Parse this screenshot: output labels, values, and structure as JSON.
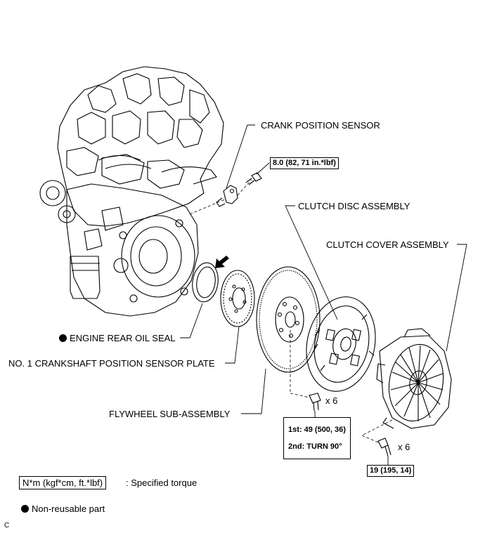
{
  "labels": {
    "crank_position_sensor": "CRANK POSITION SENSOR",
    "clutch_disc_assembly": "CLUTCH DISC ASSEMBLY",
    "clutch_cover_assembly": "CLUTCH COVER ASSEMBLY",
    "engine_rear_oil_seal": "ENGINE REAR OIL SEAL",
    "sensor_plate": "NO. 1 CRANKSHAFT POSITION SENSOR PLATE",
    "flywheel": "FLYWHEEL SUB-ASSEMBLY"
  },
  "torques": {
    "sensor_bolt": "8.0 (82, 71 in.*lbf)",
    "flywheel_bolt_1st": "1st: 49 (500, 36)",
    "flywheel_bolt_2nd": "2nd: TURN 90°",
    "cover_bolt": "19 (195, 14)"
  },
  "quantities": {
    "flywheel_bolts": "x 6",
    "cover_bolts": "x 6"
  },
  "legend": {
    "torque_unit": "N*m (kgf*cm, ft.*lbf)",
    "torque_desc": ": Specified torque",
    "non_reusable": "Non-reusable part"
  },
  "corner_code": "C"
}
